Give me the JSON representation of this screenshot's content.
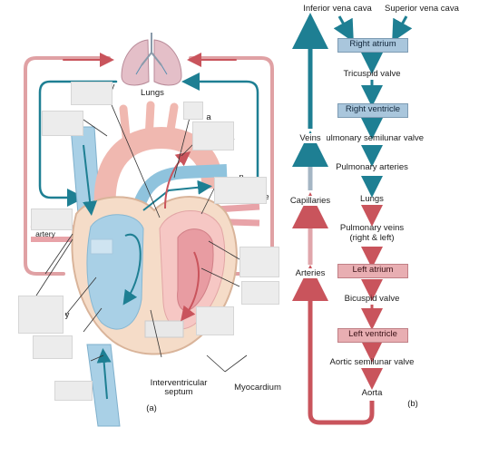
{
  "panel_a": {
    "lungs_label": "Lungs",
    "septum_label_line1": "Interventricular",
    "septum_label_line2": "septum",
    "myocardium_label": "Myocardium",
    "caption": "(a)",
    "fragments": [
      "a",
      "y",
      "y",
      "n",
      "e",
      "artery",
      "y"
    ]
  },
  "panel_b": {
    "inferior_vena_cava": "Inferior vena cava",
    "superior_vena_cava": "Superior vena cava",
    "right_atrium": "Right atrium",
    "tricuspid_valve": "Tricuspid valve",
    "right_ventricle": "Right ventricle",
    "pulmonary_semilunar_valve": "Pulmonary semilunar valve",
    "pulmonary_arteries": "Pulmonary arteries",
    "lungs": "Lungs",
    "pulmonary_veins_line1": "Pulmonary veins",
    "pulmonary_veins_line2": "(right & left)",
    "left_atrium": "Left atrium",
    "bicuspid_valve": "Bicuspid valve",
    "left_ventricle": "Left ventricle",
    "aortic_semilunar_valve": "Aortic semilunar valve",
    "aorta": "Aorta",
    "veins": "Veins",
    "capillaries": "Capillaries",
    "arteries": "Arteries",
    "caption": "(b)"
  },
  "colors": {
    "oxygen_poor": "#1e7f93",
    "oxygen_rich": "#c9545c",
    "right_box": "#a9c6dc",
    "left_box": "#e8aeb2"
  }
}
